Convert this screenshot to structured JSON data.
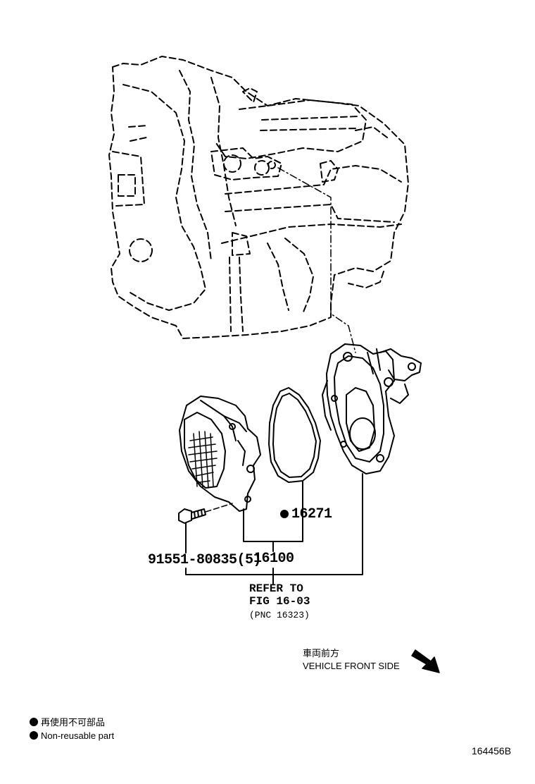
{
  "parts": {
    "water_pump_assy": "16100",
    "gasket": "16271",
    "bolt": "91551-80835(5)"
  },
  "reference": {
    "line1": "REFER TO",
    "line2": "FIG 16-03",
    "line3": "(PNC 16323)"
  },
  "direction": {
    "jp_label": "車両前方",
    "en_label": "VEHICLE FRONT SIDE",
    "icon": "arrow-down-right-icon"
  },
  "legend": {
    "jp_label": "再使用不可部品",
    "en_label": "Non-reusable part",
    "icon": "filled-circle-icon"
  },
  "figure_id": "164456B",
  "colors": {
    "ink": "#000000",
    "paper": "#ffffff"
  }
}
